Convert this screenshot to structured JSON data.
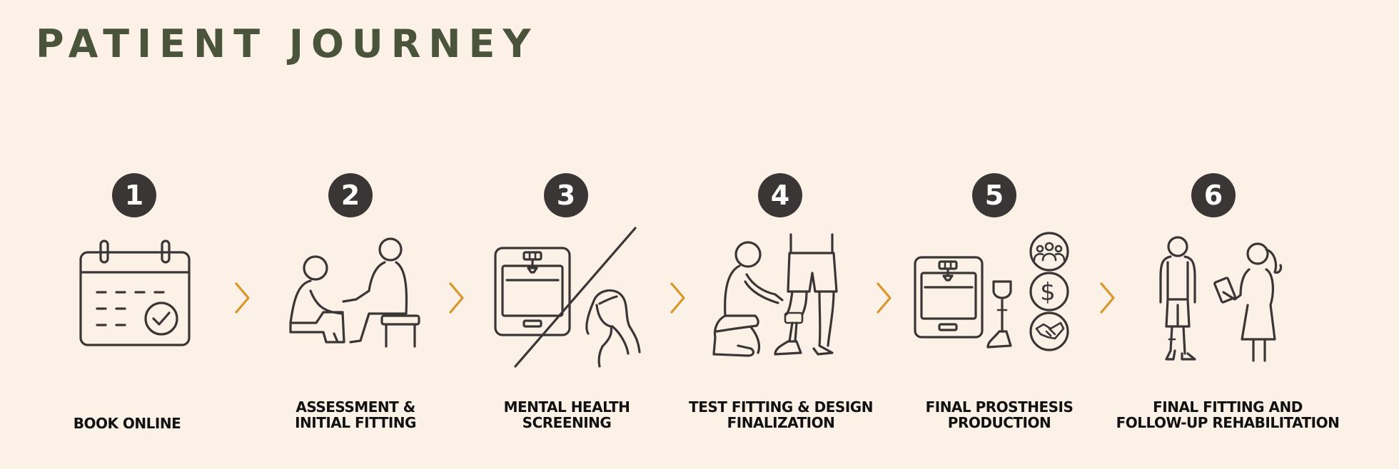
{
  "title": "PATIENT JOURNEY",
  "steps": [
    {
      "number": "1",
      "label_lines": [
        "BOOK ONLINE"
      ],
      "icon": "calendar-check-icon"
    },
    {
      "number": "2",
      "label_lines": [
        "ASSESSMENT &",
        "INITIAL FITTING"
      ],
      "icon": "consultation-icon"
    },
    {
      "number": "3",
      "label_lines": [
        "MENTAL HEALTH",
        "SCREENING"
      ],
      "icon": "printer-mental-health-icon"
    },
    {
      "number": "4",
      "label_lines": [
        "TEST FITTING & DESIGN",
        "FINALIZATION"
      ],
      "icon": "test-fitting-icon"
    },
    {
      "number": "5",
      "label_lines": [
        "FINAL PROSTHESIS",
        "PRODUCTION"
      ],
      "icon": "production-icon"
    },
    {
      "number": "6",
      "label_lines": [
        "FINAL FITTING AND",
        "FOLLOW-UP REHABILITATION"
      ],
      "icon": "rehabilitation-icon"
    }
  ],
  "colors": {
    "background": "#fcf1e6",
    "title": "#4a543b",
    "badge": "#3a3636",
    "arrow": "#d9962a",
    "text": "#111111"
  }
}
